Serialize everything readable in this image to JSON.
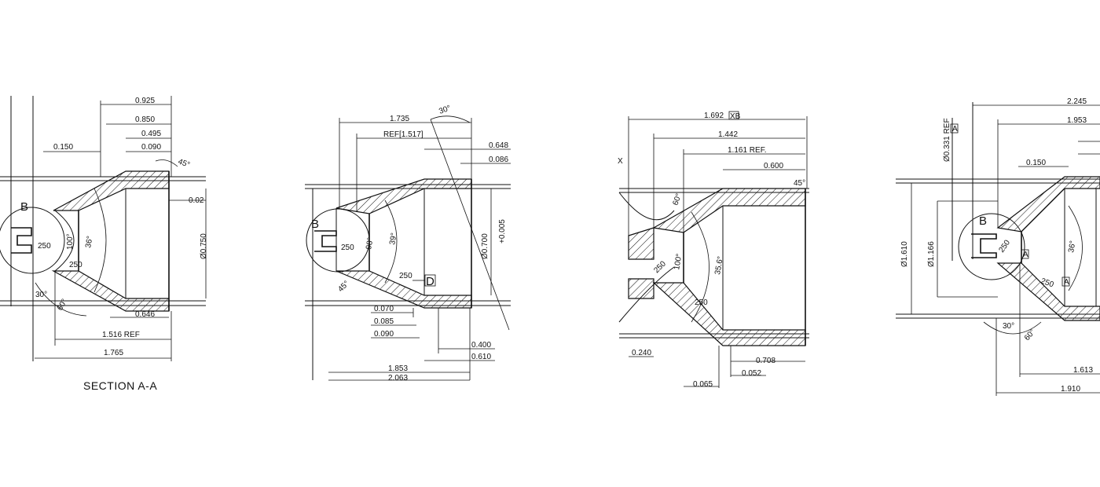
{
  "panels": [
    {
      "id": "panel1",
      "caption": "SECTION A-A",
      "detail_label": "B",
      "dims": [
        "0.925",
        "0.850",
        "0.495",
        "0.090",
        "0.150",
        "45°",
        "0.02",
        "Ø0.750",
        "250",
        "100°",
        "36°",
        "250",
        "30°",
        "60°",
        "0.646",
        "1.516 REF",
        "1.765"
      ]
    },
    {
      "id": "panel2",
      "detail_label": "B",
      "datum_label": "D",
      "dims": [
        "30°",
        "1.735",
        "REF[1.517]",
        "0.648",
        "0.086",
        "+0.005",
        "Ø0.700",
        "250",
        "98°",
        "39°",
        "250",
        "45°",
        "0.070",
        "0.085",
        "0.090",
        "0.400",
        "0.610",
        "1.853",
        "2.063"
      ]
    },
    {
      "id": "panel3",
      "dims": [
        "1.692",
        "XB",
        "1.442",
        "1.161 REF.",
        "0.600",
        "45°",
        "X",
        "250",
        "100°",
        "35.6°",
        "250",
        "0.240",
        "0.708",
        "0.052",
        "0.065",
        "60°"
      ]
    },
    {
      "id": "panel4",
      "detail_label": "B",
      "dims": [
        "2.245",
        "1.953",
        "Ø0.331 REF",
        "A",
        "0.150",
        "Ø1.610",
        "Ø1.166",
        "250",
        "A",
        "250",
        "A",
        "36°",
        "30°",
        "60°",
        "1.613",
        "1.910"
      ]
    }
  ]
}
